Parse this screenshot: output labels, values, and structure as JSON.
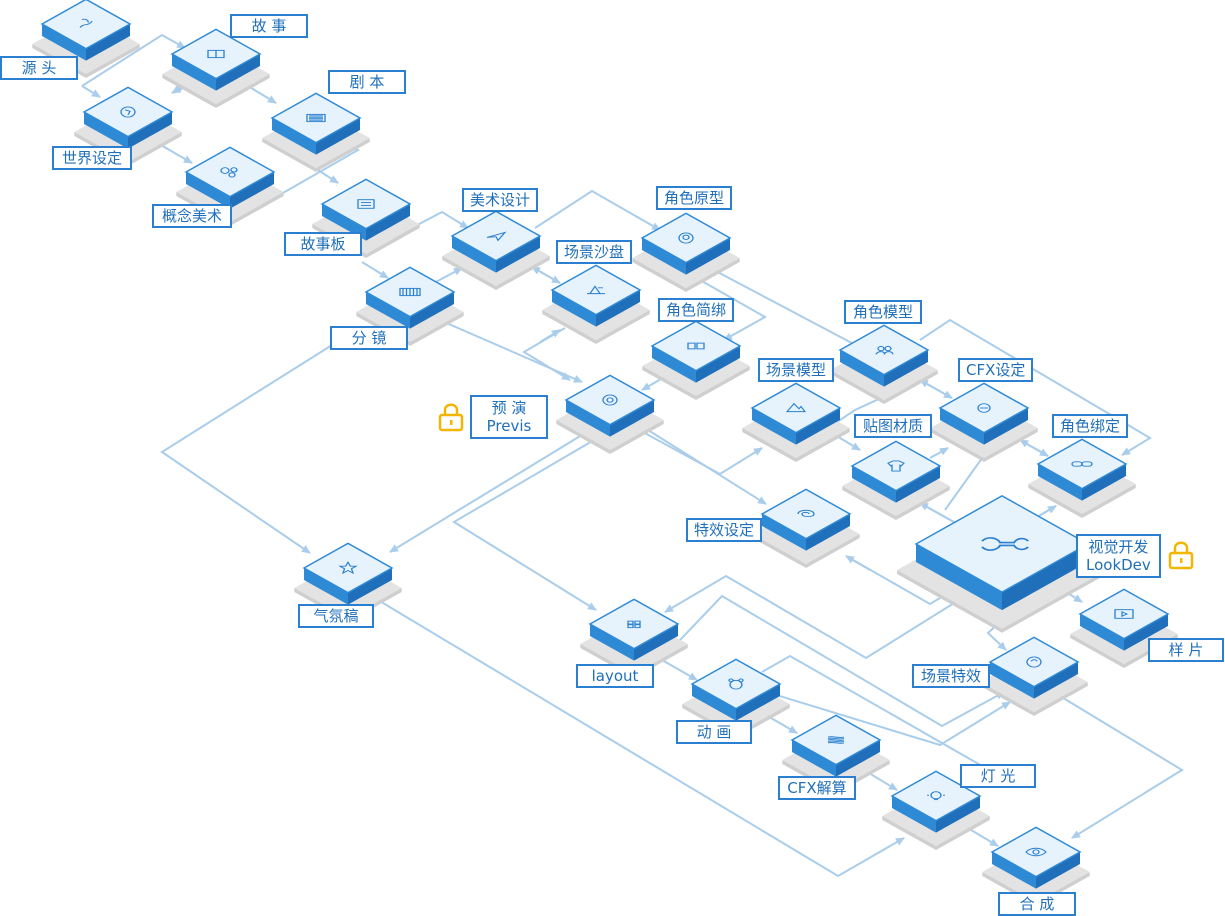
{
  "colors": {
    "accent": "#2a7fd0",
    "edge": "#a9cdea",
    "cube_top": "#e6f3fc",
    "cube_side": "#2f8ad6",
    "tile": "#e3e3e3",
    "lock": "#f2b600"
  },
  "nodes": [
    {
      "id": "yuantou",
      "label": "源 头",
      "icon": "scroll-icon"
    },
    {
      "id": "gushi",
      "label": "故 事",
      "icon": "book-icon"
    },
    {
      "id": "juben",
      "label": "剧 本",
      "icon": "script-icon"
    },
    {
      "id": "shijie",
      "label": "世界设定",
      "icon": "globe-icon"
    },
    {
      "id": "gainian",
      "label": "概念美术",
      "icon": "bubbles-icon"
    },
    {
      "id": "gushiban",
      "label": "故事板",
      "icon": "board-icon"
    },
    {
      "id": "meishu",
      "label": "美术设计",
      "icon": "paper-plane-icon"
    },
    {
      "id": "jiaose_yuanxing",
      "label": "角色原型",
      "icon": "character-icon"
    },
    {
      "id": "changjing_shapan",
      "label": "场景沙盘",
      "icon": "sandbox-icon"
    },
    {
      "id": "fenjing",
      "label": "分 镜",
      "icon": "storyboard-icon"
    },
    {
      "id": "jiaose_jianbang",
      "label": "角色简绑",
      "icon": "rig-icon"
    },
    {
      "id": "yuyan",
      "label": "预 演",
      "sublabel": "Previs",
      "icon": "target-icon",
      "locked": true
    },
    {
      "id": "jiaose_moxing",
      "label": "角色模型",
      "icon": "people-icon"
    },
    {
      "id": "changjing_moxing",
      "label": "场景模型",
      "icon": "mountain-icon"
    },
    {
      "id": "cfx_sheding",
      "label": "CFX设定",
      "icon": "cfx-icon"
    },
    {
      "id": "tietu",
      "label": "贴图材质",
      "icon": "shirt-icon"
    },
    {
      "id": "jiaose_bangding",
      "label": "角色绑定",
      "icon": "link-icon"
    },
    {
      "id": "texiao_sheding",
      "label": "特效设定",
      "icon": "swirl-icon"
    },
    {
      "id": "qifengao",
      "label": "气氛稿",
      "icon": "star-icon"
    },
    {
      "id": "lookdev",
      "label": "视觉开发",
      "sublabel": "LookDev",
      "icon": "wrench-icon",
      "locked": true
    },
    {
      "id": "yangpian",
      "label": "样 片",
      "icon": "play-icon"
    },
    {
      "id": "layout",
      "label": "layout",
      "icon": "layout-icon"
    },
    {
      "id": "changjing_texiao",
      "label": "场景特效",
      "icon": "effects-icon"
    },
    {
      "id": "donghua",
      "label": "动 画",
      "icon": "bear-icon"
    },
    {
      "id": "cfx_jiesuan",
      "label": "CFX解算",
      "icon": "cloth-icon"
    },
    {
      "id": "dengguang",
      "label": "灯 光",
      "icon": "bulb-icon"
    },
    {
      "id": "hecheng",
      "label": "合 成",
      "icon": "eye-icon"
    }
  ]
}
